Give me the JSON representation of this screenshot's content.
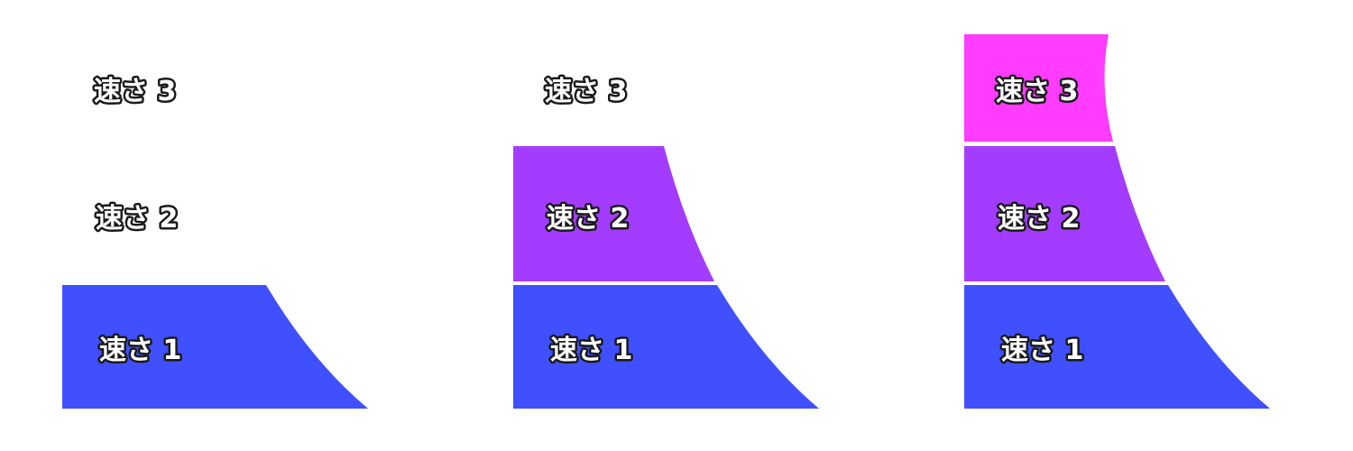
{
  "colors": {
    "speed1": "#4050ff",
    "speed2": "#a43cff",
    "speed3": "#ff3cff",
    "background": "#ffffff",
    "label_fill": "#ffffff",
    "label_outline": "#1a1a1a"
  },
  "panels": [
    {
      "filled_levels": 1,
      "labels": [
        "速さ 1",
        "速さ 2",
        "速さ 3"
      ]
    },
    {
      "filled_levels": 2,
      "labels": [
        "速さ 1",
        "速さ 2",
        "速さ 3"
      ]
    },
    {
      "filled_levels": 3,
      "labels": [
        "速さ 1",
        "速さ 2",
        "速さ 3"
      ]
    }
  ]
}
